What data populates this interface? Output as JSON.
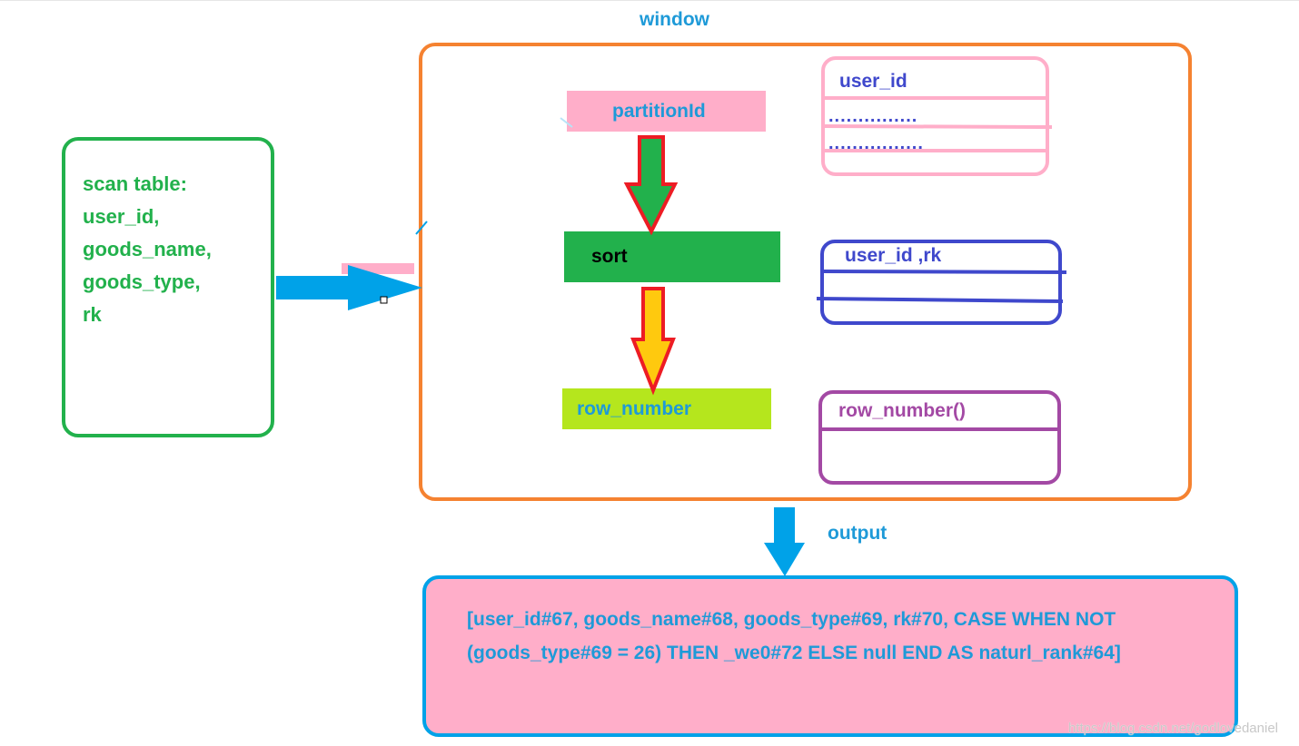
{
  "scan_table": {
    "lines": [
      "scan table:",
      "user_id,",
      "goods_name,",
      "goods_type,",
      "rk"
    ]
  },
  "window": {
    "title": "window"
  },
  "steps": {
    "partition": "partitionId",
    "sort": "sort",
    "row_number": "row_number"
  },
  "tables": {
    "user": {
      "header": "user_id",
      "rows": [
        "...............",
        "................"
      ]
    },
    "rk": {
      "header": "user_id ,rk"
    },
    "row_number": {
      "header": "row_number()"
    }
  },
  "output": {
    "label": "output",
    "line1": "[user_id#67, goods_name#68, goods_type#69, rk#70, CASE WHEN NOT",
    "line2": "(goods_type#69 = 26) THEN _we0#72 ELSE null END AS naturl_rank#64]"
  },
  "watermark": "https://blog.csdn.net/godlovedaniel",
  "colors": {
    "green": "#22b14c",
    "orange": "#f58231",
    "pink": "#ffaec9",
    "blue": "#1e9ad8",
    "cyan": "#00a2e8",
    "indigo": "#3f48cc",
    "purple": "#a349a4",
    "lime": "#b5e61d",
    "red": "#ed1c24",
    "yellow": "#ffc90e"
  }
}
